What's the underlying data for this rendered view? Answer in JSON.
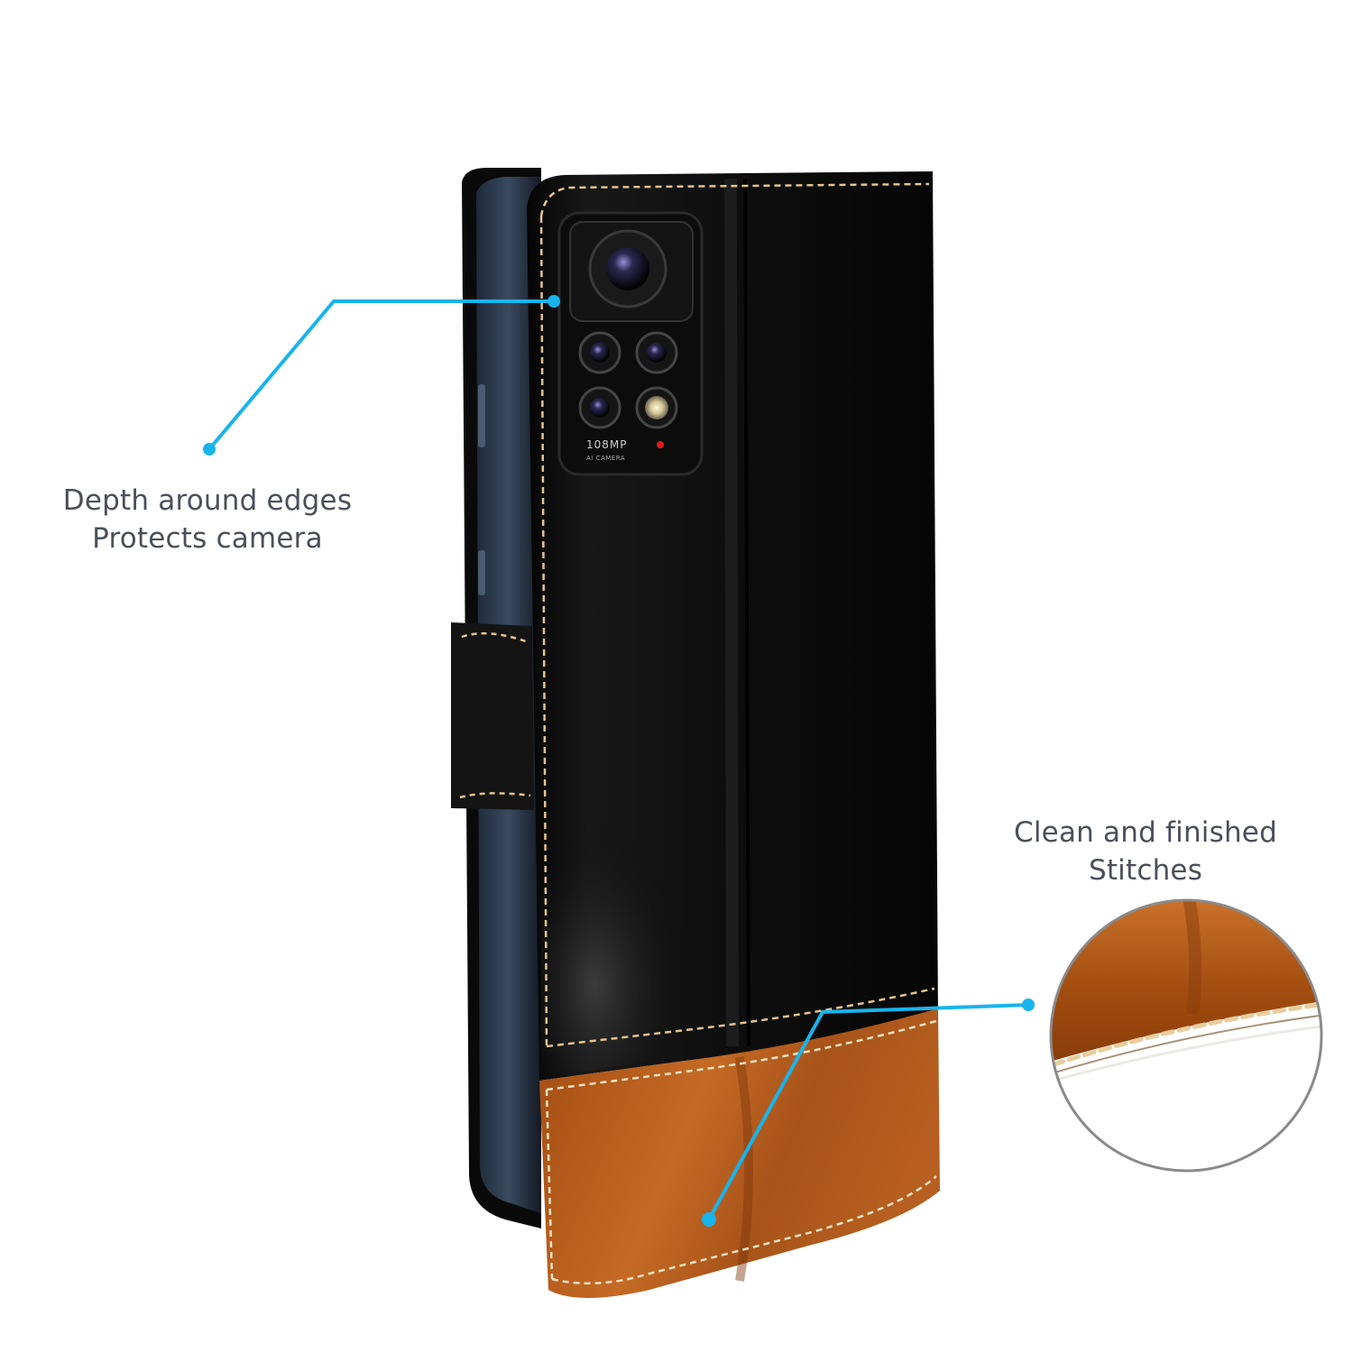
{
  "callouts": {
    "camera": {
      "line1": "Depth around edges",
      "line2": "Protects camera"
    },
    "stitches": {
      "line1": "Clean and finished",
      "line2": "Stitches"
    }
  },
  "camera_module": {
    "resolution_text": "108MP",
    "sub_text": "AI CAMERA"
  },
  "colors": {
    "background": "#ffffff",
    "callout_line": "#18b4ec",
    "callout_text": "#4a4f5a",
    "leather_black": "#0d0d0d",
    "leather_tan": "#b0581a",
    "stitch_thread": "#e3c48f"
  }
}
